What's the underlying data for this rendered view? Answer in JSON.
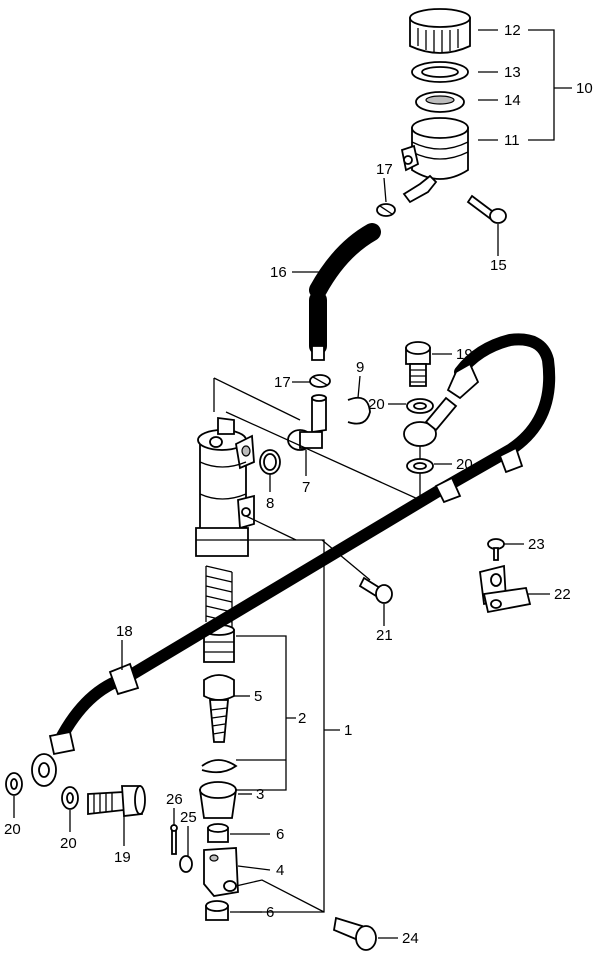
{
  "labels": {
    "p1": "1",
    "p2": "2",
    "p3": "3",
    "p4": "4",
    "p5": "5",
    "p6a": "6",
    "p6b": "6",
    "p7": "7",
    "p8": "8",
    "p9": "9",
    "p10": "10",
    "p11": "11",
    "p12": "12",
    "p13": "13",
    "p14": "14",
    "p15": "15",
    "p16": "16",
    "p17a": "17",
    "p17b": "17",
    "p18": "18",
    "p19a": "19",
    "p19b": "19",
    "p20a": "20",
    "p20b": "20",
    "p20c": "20",
    "p20d": "20",
    "p21": "21",
    "p22": "22",
    "p23": "23",
    "p24": "24",
    "p25": "25",
    "p26": "26"
  },
  "colors": {
    "line": "#000000",
    "background": "#ffffff",
    "shade": "#bdbdbd"
  }
}
